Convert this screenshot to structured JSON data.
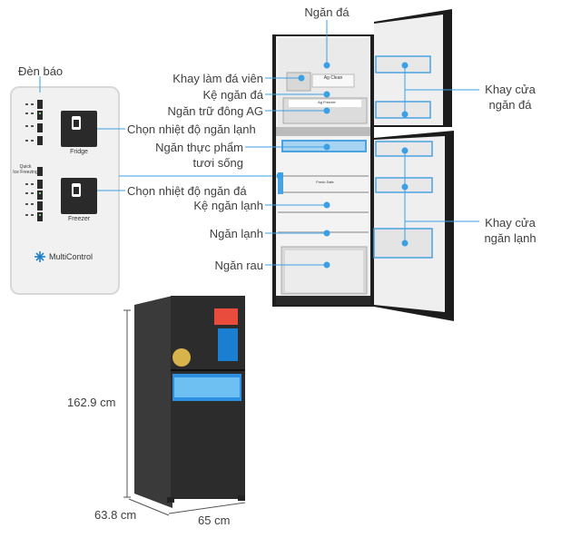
{
  "labels": {
    "ice_compartment": "Ngăn đá",
    "indicator": "Đèn báo",
    "ice_tray": "Khay làm đá viên",
    "freezer_shelf": "Kệ ngăn đá",
    "ag_freeze": "Ngăn trữ đông AG",
    "fridge_temp_select": "Chọn nhiệt độ ngăn lạnh",
    "fresh_food_line1": "Ngăn thực phẩm",
    "fresh_food_line2": "tươi sống",
    "freezer_temp_select": "Chọn nhiệt độ ngăn đá",
    "fridge_shelf": "Kệ ngăn lạnh",
    "fridge_compartment": "Ngăn lạnh",
    "vegetable_drawer": "Ngăn rau",
    "freezer_door_tray_line1": "Khay cửa",
    "freezer_door_tray_line2": "ngăn đá",
    "fridge_door_tray_line1": "Khay cửa",
    "fridge_door_tray_line2": "ngăn lạnh"
  },
  "panel": {
    "fridge_button": "Fridge",
    "freezer_button": "Freezer",
    "quick_ice": "Quick",
    "quick_ice2": "Ice Freezing",
    "brand": "MultiControl"
  },
  "fridge_labels": {
    "ag_clean": "Ag Clean",
    "ag_freezer": "Ag Freezer",
    "fresh_safe": "Fresh Safe"
  },
  "dimensions": {
    "height": "162.9 cm",
    "depth": "63.8 cm",
    "width": "65 cm"
  },
  "colors": {
    "accent_line": "#3aa0e6",
    "fridge_body": "#2c2c2c",
    "panel_bg": "#f2f2f2"
  }
}
